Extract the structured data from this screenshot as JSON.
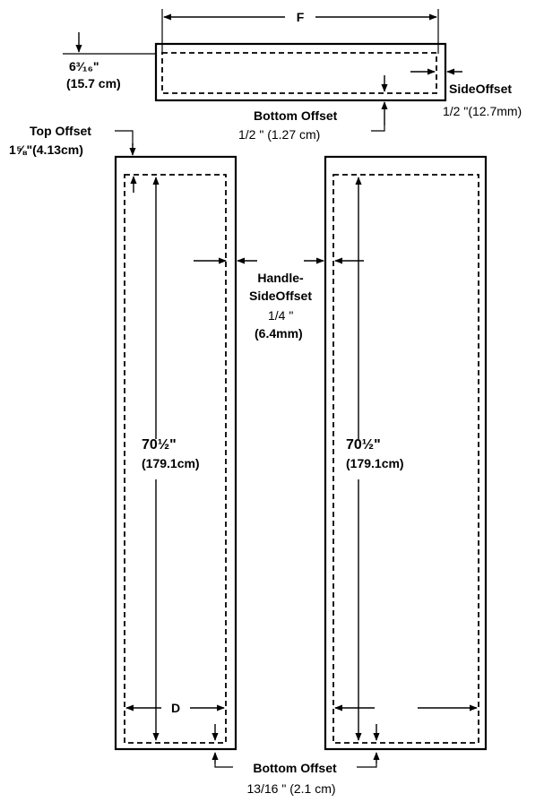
{
  "labels": {
    "width_letter": "F",
    "top_height_in": "6³⁄₁₆\"",
    "top_height_cm": "(15.7 cm)",
    "side_offset_title": "SideOffset",
    "side_offset_value": "1/2 \"(12.7mm)",
    "top_bottom_offset_title": "Bottom Offset",
    "top_bottom_offset_value": "1/2 \" (1.27 cm)",
    "top_offset_title": "Top Offset",
    "top_offset_value": "1⅝\"(4.13cm)",
    "handle_side_offset_title_1": "Handle-",
    "handle_side_offset_title_2": "SideOffset",
    "handle_side_offset_value_1": "1/4 \"",
    "handle_side_offset_value_2": "(6.4mm)",
    "left_height_in": "70½\"",
    "left_height_cm": "(179.1cm)",
    "right_height_in": "70½\"",
    "right_height_cm": "(179.1cm)",
    "depth_letter": "D",
    "bottom_offset_title": "Bottom Offset",
    "bottom_offset_value": "13/16 \" (2.1 cm)"
  }
}
